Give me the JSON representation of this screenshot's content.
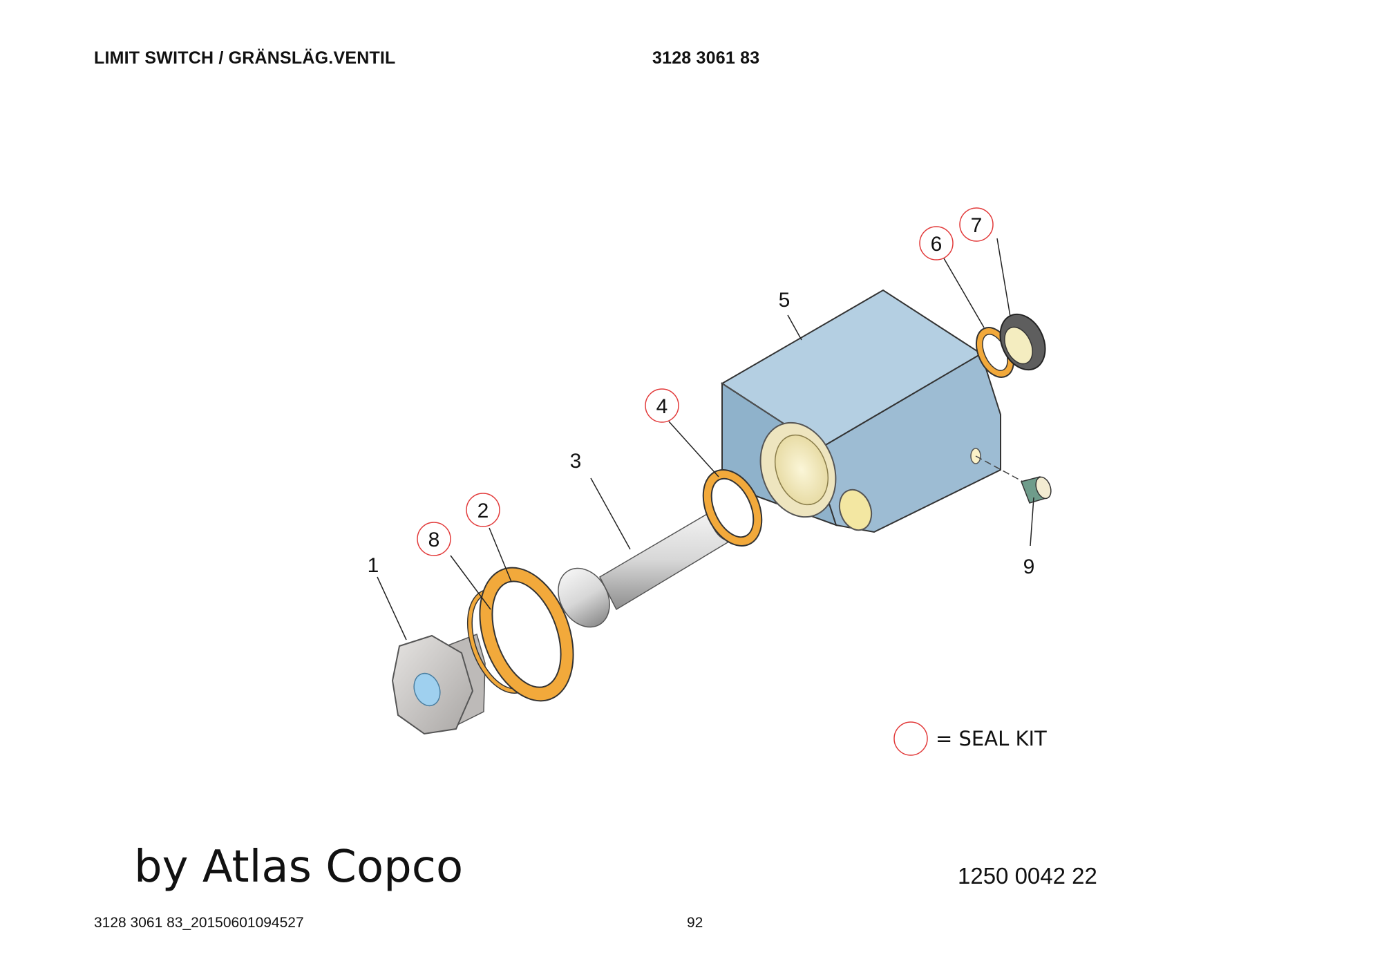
{
  "header": {
    "title": "LIMIT SWITCH / GRÄNSLÄG.VENTIL",
    "part_number": "3128 3061 83"
  },
  "diagram": {
    "callouts": [
      {
        "id": "1",
        "seal_kit": false
      },
      {
        "id": "2",
        "seal_kit": true
      },
      {
        "id": "3",
        "seal_kit": false
      },
      {
        "id": "4",
        "seal_kit": true
      },
      {
        "id": "5",
        "seal_kit": false
      },
      {
        "id": "6",
        "seal_kit": true
      },
      {
        "id": "7",
        "seal_kit": true
      },
      {
        "id": "8",
        "seal_kit": true
      },
      {
        "id": "9",
        "seal_kit": false
      }
    ],
    "legend": {
      "text": "= SEAL KIT"
    },
    "colors": {
      "body": "#9dbcd3",
      "seal_ring": "#f2a93b",
      "seal_marker": "#e23a3a",
      "plug": "#cfcccb",
      "pin": "#6f9c8b"
    }
  },
  "footer": {
    "brand": "by Atlas Copco",
    "doc_number": "1250 0042 22",
    "file_id": "3128 3061 83_20150601094527",
    "page": "92"
  }
}
